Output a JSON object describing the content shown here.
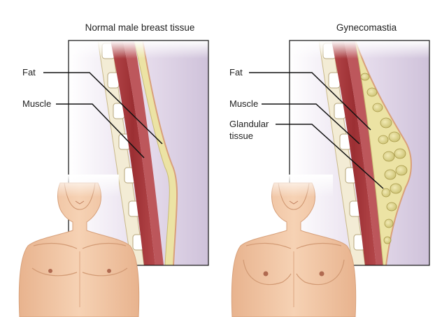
{
  "panels": [
    {
      "title": "Normal male breast tissue",
      "labels": [
        "Fat",
        "Muscle"
      ]
    },
    {
      "title": "Gynecomastia",
      "labels": [
        "Fat",
        "Muscle",
        "Glandular",
        "tissue"
      ]
    }
  ],
  "colors": {
    "skin": "#f0c9a6",
    "skin_shadow": "#d9a07a",
    "muscle": "#a8393b",
    "fat": "#e8df9a",
    "bone": "#f3ecd5",
    "cavity": "#d9cfe3",
    "outline": "#111111"
  }
}
